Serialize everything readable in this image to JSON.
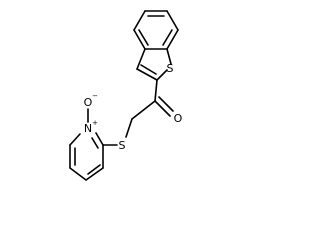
{
  "diagram": {
    "type": "chemical-structure",
    "background": "#ffffff",
    "bond_color": "#000000",
    "atom_labels": {
      "sulfur_thiophene": "S",
      "oxygen_carbonyl": "O",
      "sulfur_thioether": "S",
      "nitrogen_pyridine": "N",
      "nitrogen_charge": "+",
      "oxygen_n_oxide": "O",
      "oxide_charge": "−"
    }
  }
}
